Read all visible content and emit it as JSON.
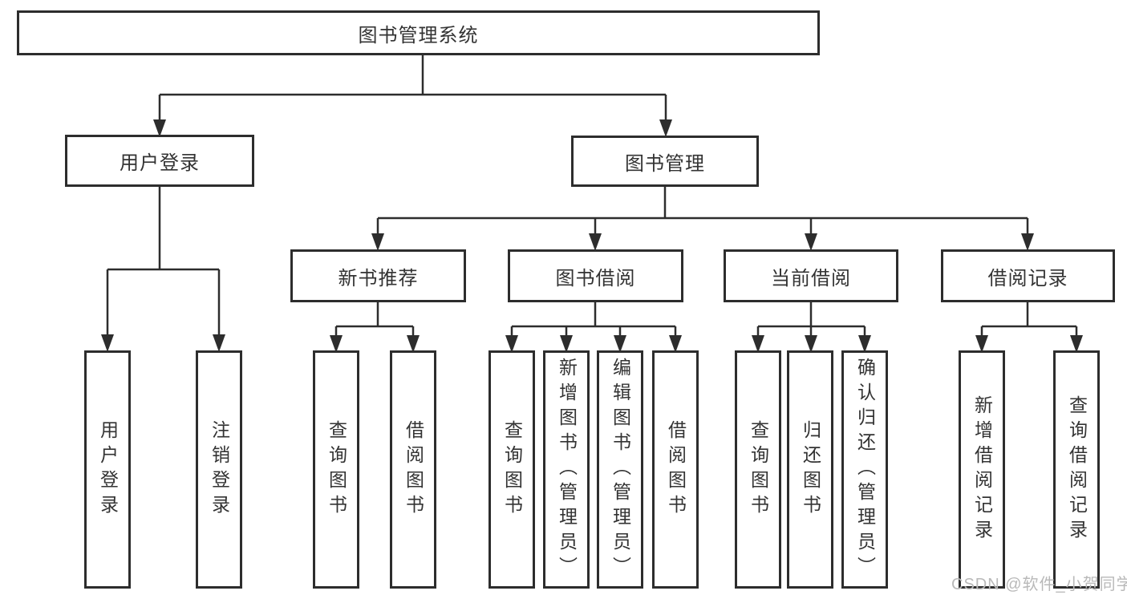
{
  "diagram": {
    "root": {
      "label": "图书管理系统"
    },
    "branches": [
      {
        "label": "用户登录",
        "children": [
          {
            "label": "用户登录"
          },
          {
            "label": "注销登录"
          }
        ]
      },
      {
        "label": "图书管理",
        "children": [
          {
            "label": "新书推荐",
            "children": [
              {
                "label": "查询图书"
              },
              {
                "label": "借阅图书"
              }
            ]
          },
          {
            "label": "图书借阅",
            "children": [
              {
                "label": "查询图书"
              },
              {
                "label": "新增图书（管理员）"
              },
              {
                "label": "编辑图书（管理员）"
              },
              {
                "label": "借阅图书"
              }
            ]
          },
          {
            "label": "当前借阅",
            "children": [
              {
                "label": "查询图书"
              },
              {
                "label": "归还图书"
              },
              {
                "label": "确认归还（管理员）"
              }
            ]
          },
          {
            "label": "借阅记录",
            "children": [
              {
                "label": "新增借阅记录"
              },
              {
                "label": "查询借阅记录"
              }
            ]
          }
        ]
      }
    ]
  },
  "watermark": {
    "label": "CSDN @软件_小贺同学"
  },
  "colors": {
    "line": "#2d2d2d",
    "text": "#333333",
    "box_background": "#ffffff",
    "page_background": "#ffffff",
    "watermark": "#b9b9b9"
  }
}
